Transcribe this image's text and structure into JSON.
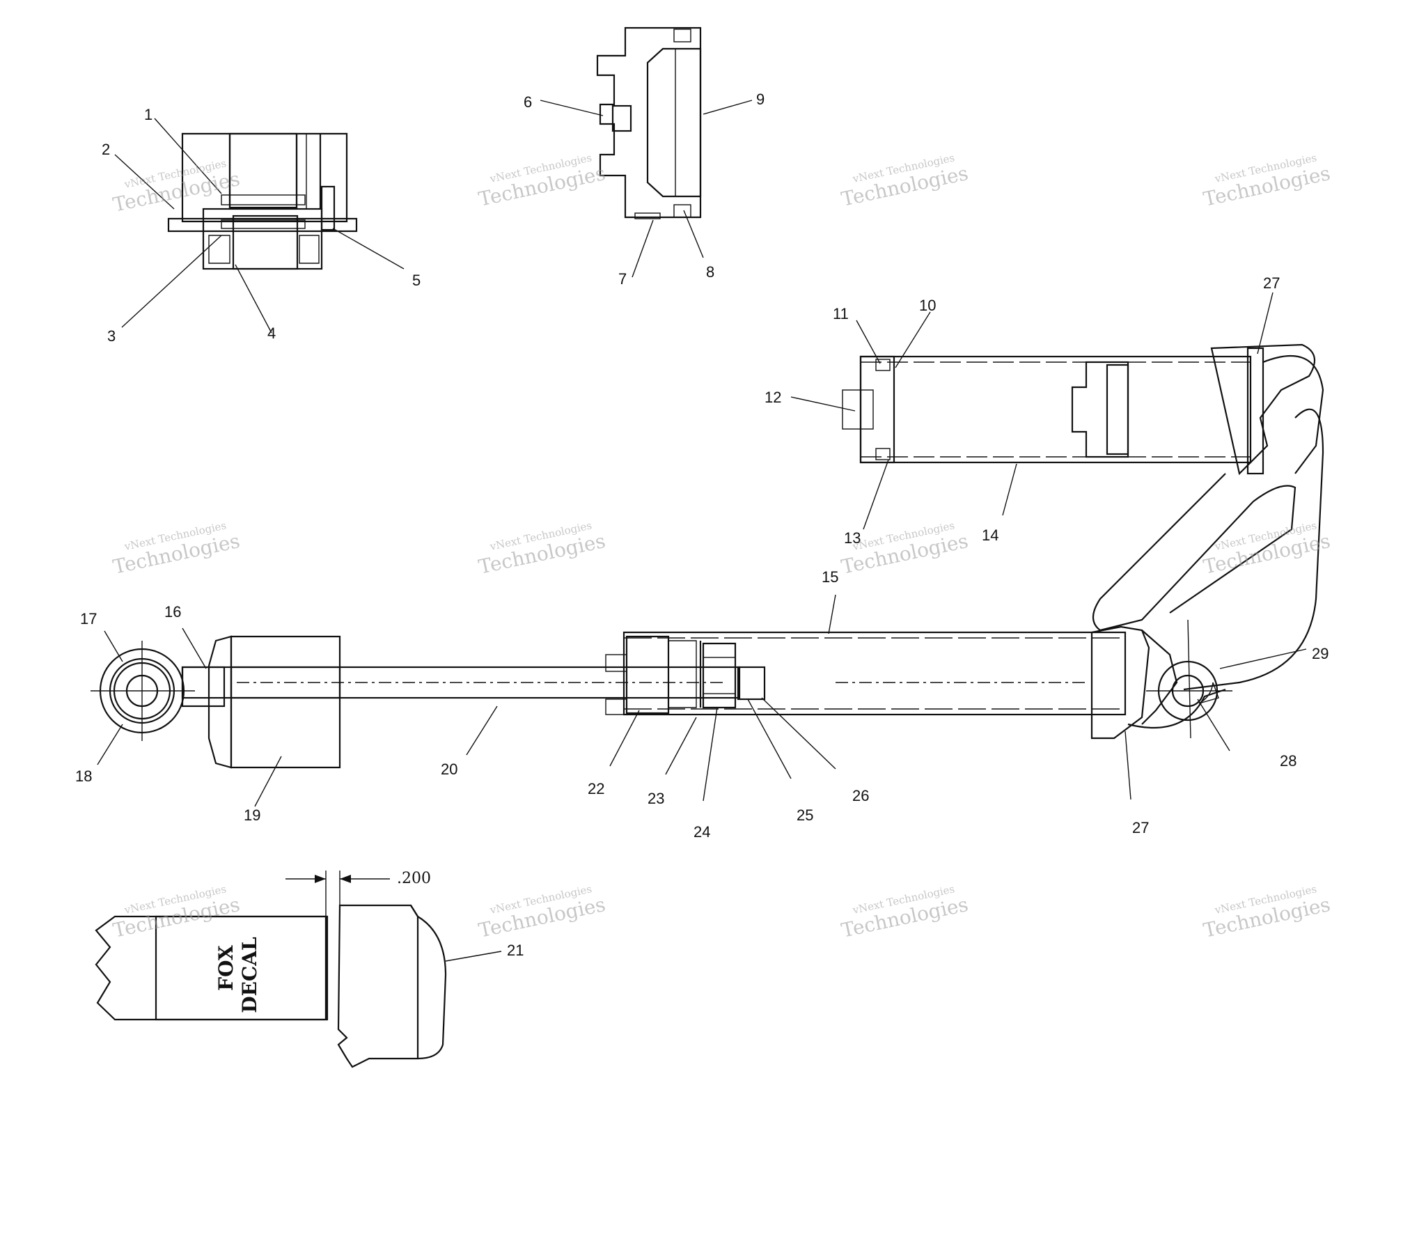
{
  "watermark": {
    "line1": "vNext Technologies",
    "line2": "Technologies"
  },
  "decal_text": [
    "FOX",
    "DECAL"
  ],
  "dimension_label": ".200",
  "callouts": [
    {
      "id": "c1",
      "text": "1"
    },
    {
      "id": "c2",
      "text": "2"
    },
    {
      "id": "c3",
      "text": "3"
    },
    {
      "id": "c4",
      "text": "4"
    },
    {
      "id": "c5",
      "text": "5"
    },
    {
      "id": "c6",
      "text": "6"
    },
    {
      "id": "c7",
      "text": "7"
    },
    {
      "id": "c8",
      "text": "8"
    },
    {
      "id": "c9",
      "text": "9"
    },
    {
      "id": "c10",
      "text": "10"
    },
    {
      "id": "c11",
      "text": "11"
    },
    {
      "id": "c12",
      "text": "12"
    },
    {
      "id": "c13",
      "text": "13"
    },
    {
      "id": "c14",
      "text": "14"
    },
    {
      "id": "c15",
      "text": "15"
    },
    {
      "id": "c16",
      "text": "16"
    },
    {
      "id": "c17",
      "text": "17"
    },
    {
      "id": "c18",
      "text": "18"
    },
    {
      "id": "c19",
      "text": "19"
    },
    {
      "id": "c20",
      "text": "20"
    },
    {
      "id": "c21",
      "text": "21"
    },
    {
      "id": "c22",
      "text": "22"
    },
    {
      "id": "c23",
      "text": "23"
    },
    {
      "id": "c24",
      "text": "24"
    },
    {
      "id": "c25",
      "text": "25"
    },
    {
      "id": "c26",
      "text": "26"
    },
    {
      "id": "c27a",
      "text": "27"
    },
    {
      "id": "c27b",
      "text": "27"
    },
    {
      "id": "c28",
      "text": "28"
    },
    {
      "id": "c29",
      "text": "29"
    }
  ]
}
